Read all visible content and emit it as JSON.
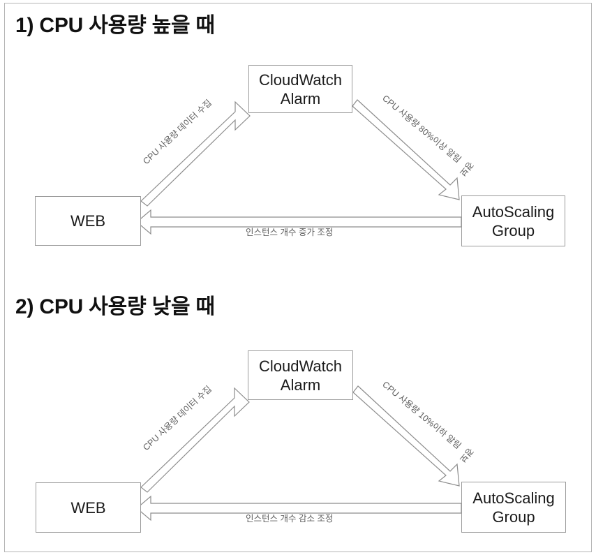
{
  "diagram": {
    "title_overall": "AWS AutoScaling CPU flow",
    "sections": [
      {
        "id": "section-high",
        "title": "1) CPU 사용량 높을 때",
        "nodes": {
          "cloudwatch": "CloudWatch\nAlarm",
          "web": "WEB",
          "autoscaling": "AutoScaling\nGroup"
        },
        "edges": {
          "collect": "CPU 사용량 데이터 수집",
          "alarm_main": "CPU 사용량 80%이상 알림",
          "alarm_tail": "경보",
          "adjust": "인스턴스 개수 증가 조정"
        }
      },
      {
        "id": "section-low",
        "title": "2) CPU 사용량 낮을 때",
        "nodes": {
          "cloudwatch": "CloudWatch\nAlarm",
          "web": "WEB",
          "autoscaling": "AutoScaling\nGroup"
        },
        "edges": {
          "collect": "CPU 사용량 데이터 수집",
          "alarm_main": "CPU 사용량 10%이하 알림",
          "alarm_tail": "경보",
          "adjust": "인스턴스 개수 감소 조정"
        }
      }
    ],
    "colors": {
      "box_border": "#9a9a9a",
      "arrow_stroke": "#8c8c8c",
      "arrow_fill": "#ffffff",
      "label_text": "#5f5f5f",
      "title_text": "#111111",
      "node_text": "#1a1a1a",
      "page_border": "#b4b4b4",
      "background": "#ffffff"
    }
  }
}
